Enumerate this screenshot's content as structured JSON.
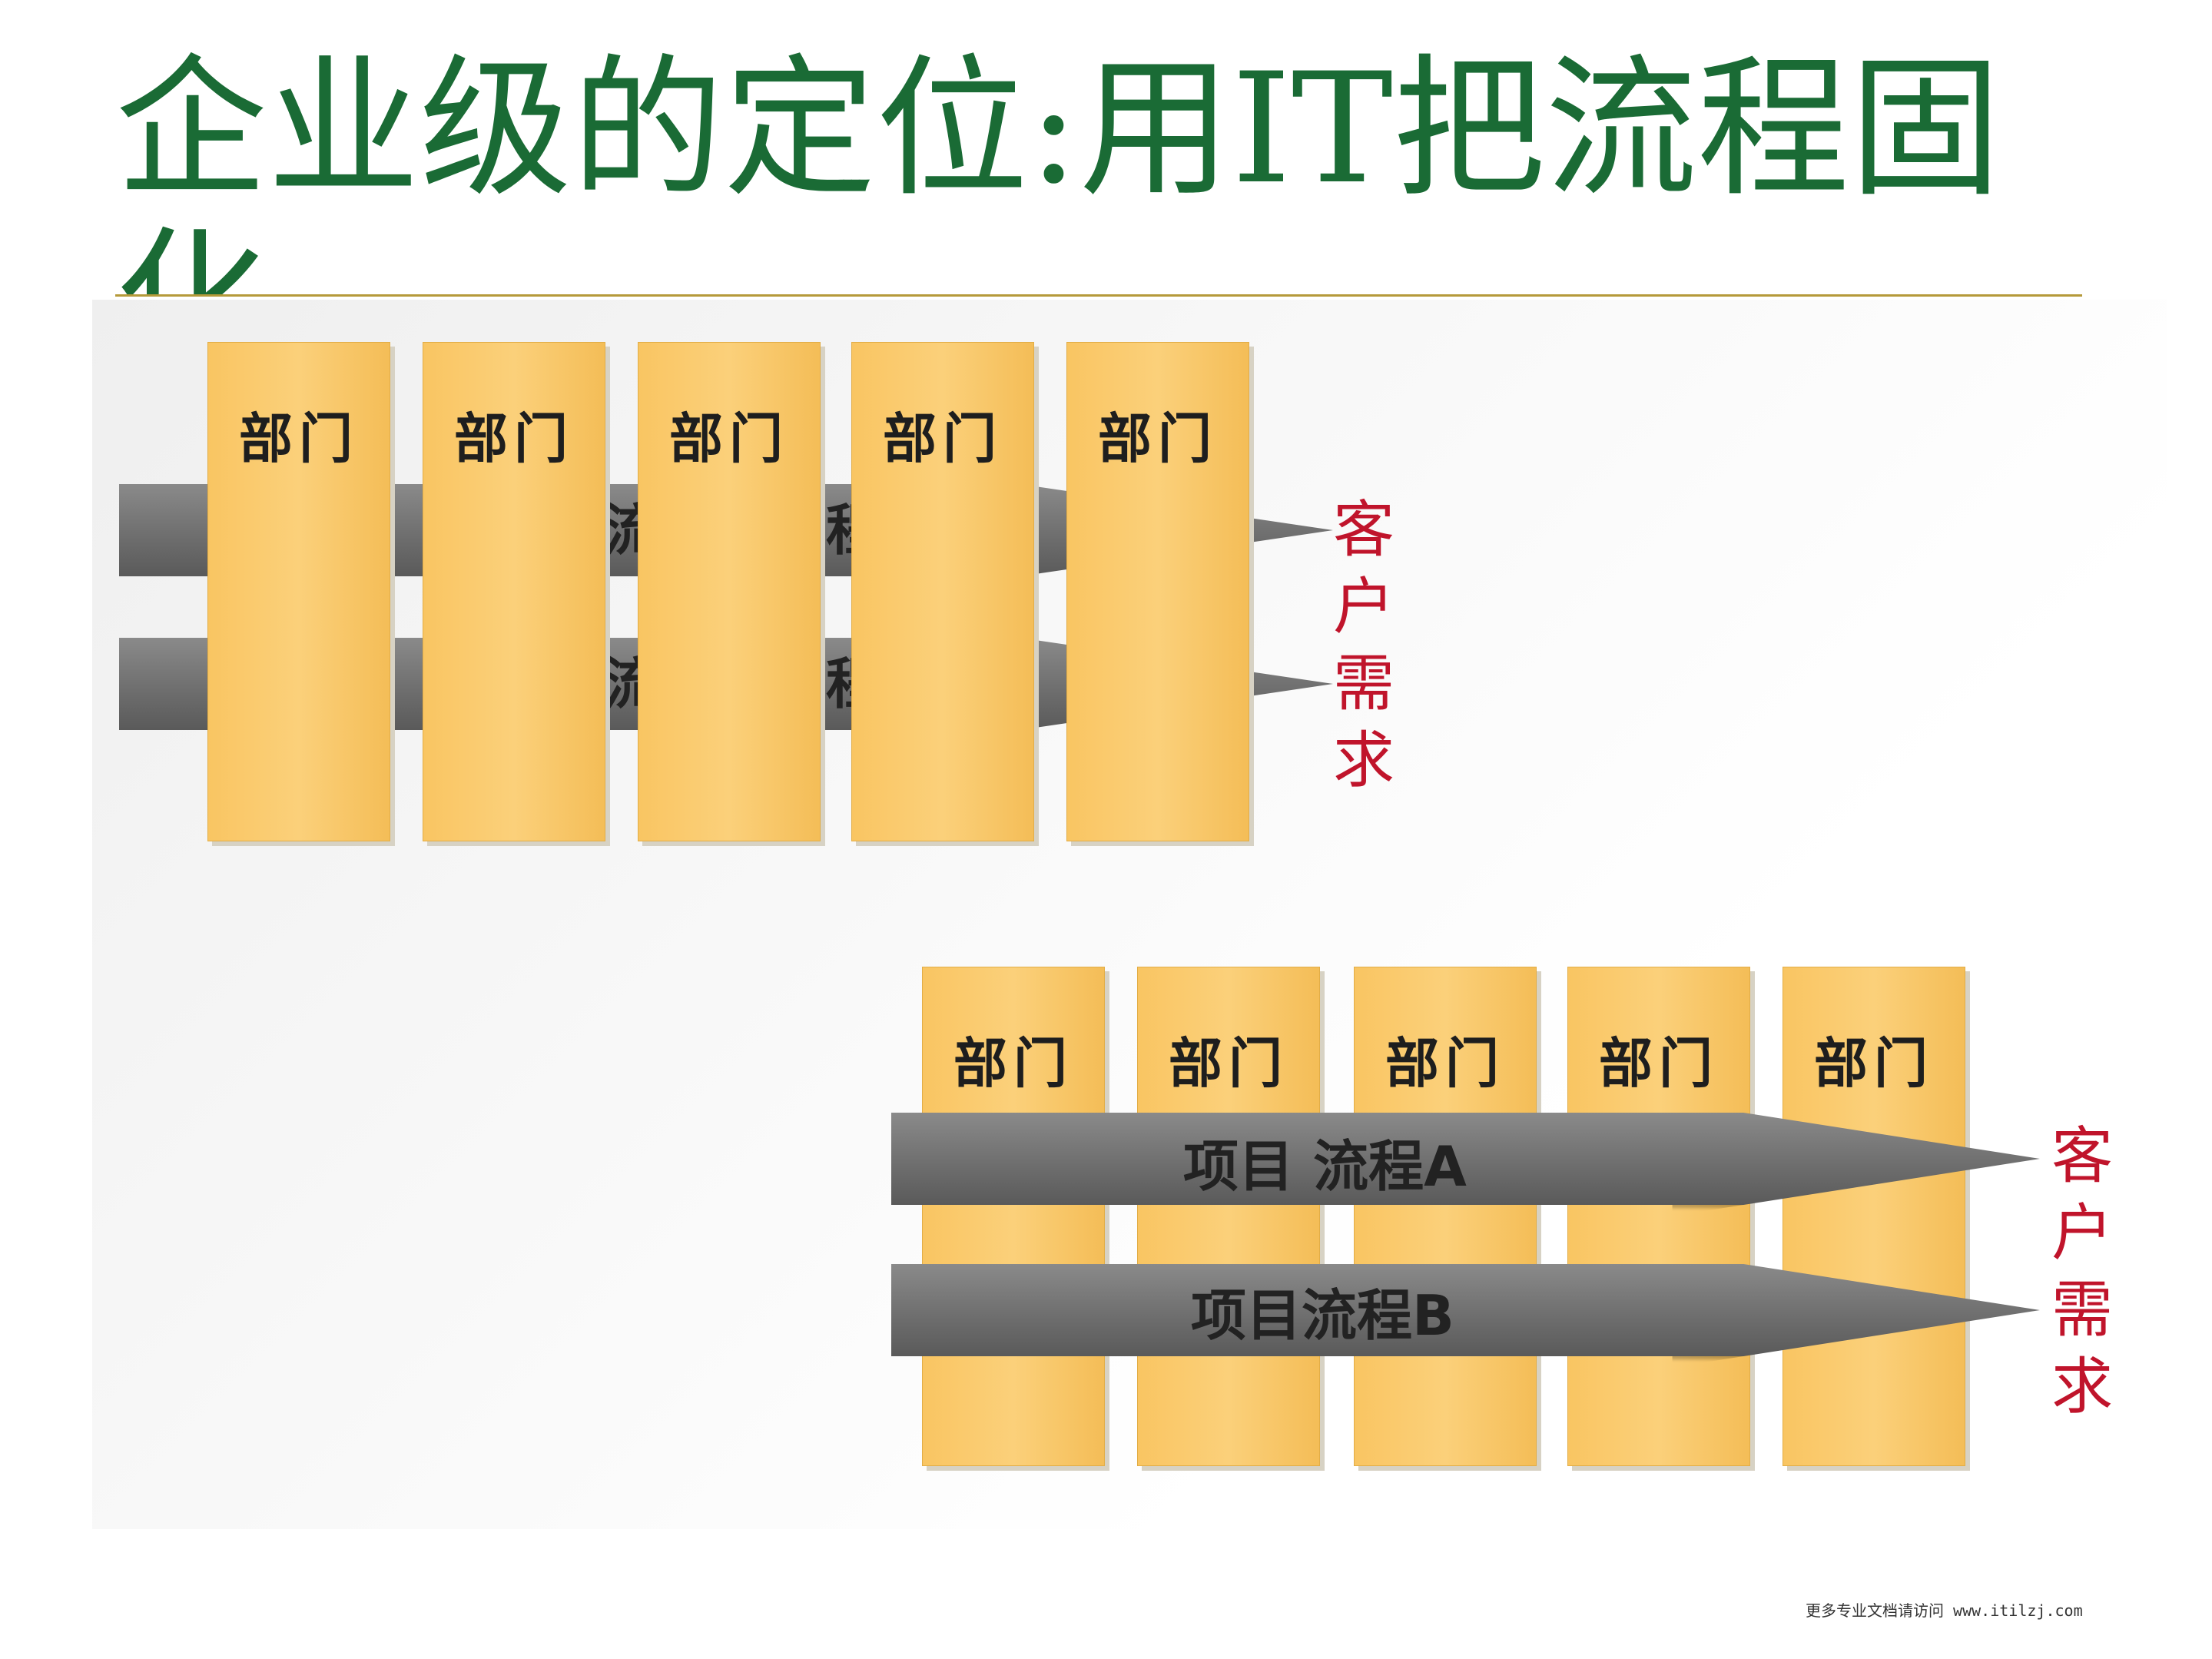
{
  "title": "企业级的定位:用IT把流程固化",
  "diagram_before": {
    "departments": [
      "部门",
      "部门",
      "部门",
      "部门",
      "部门"
    ],
    "process_fragments": [
      "流",
      "程",
      "流",
      "程"
    ],
    "customer_label": [
      "客",
      "户",
      "需",
      "求"
    ]
  },
  "diagram_after": {
    "departments": [
      "部门",
      "部门",
      "部门",
      "部门",
      "部门"
    ],
    "processes": [
      "项目 流程A",
      "项目流程B"
    ],
    "customer_label": [
      "客",
      "户",
      "需",
      "求"
    ]
  },
  "footer": "更多专业文档请访问 www.itilzj.com",
  "colors": {
    "title": "#1a6b35",
    "rule": "#b59a3a",
    "department": "#f9c562",
    "arrow": "#6f6f6f",
    "customer": "#c0142b"
  }
}
